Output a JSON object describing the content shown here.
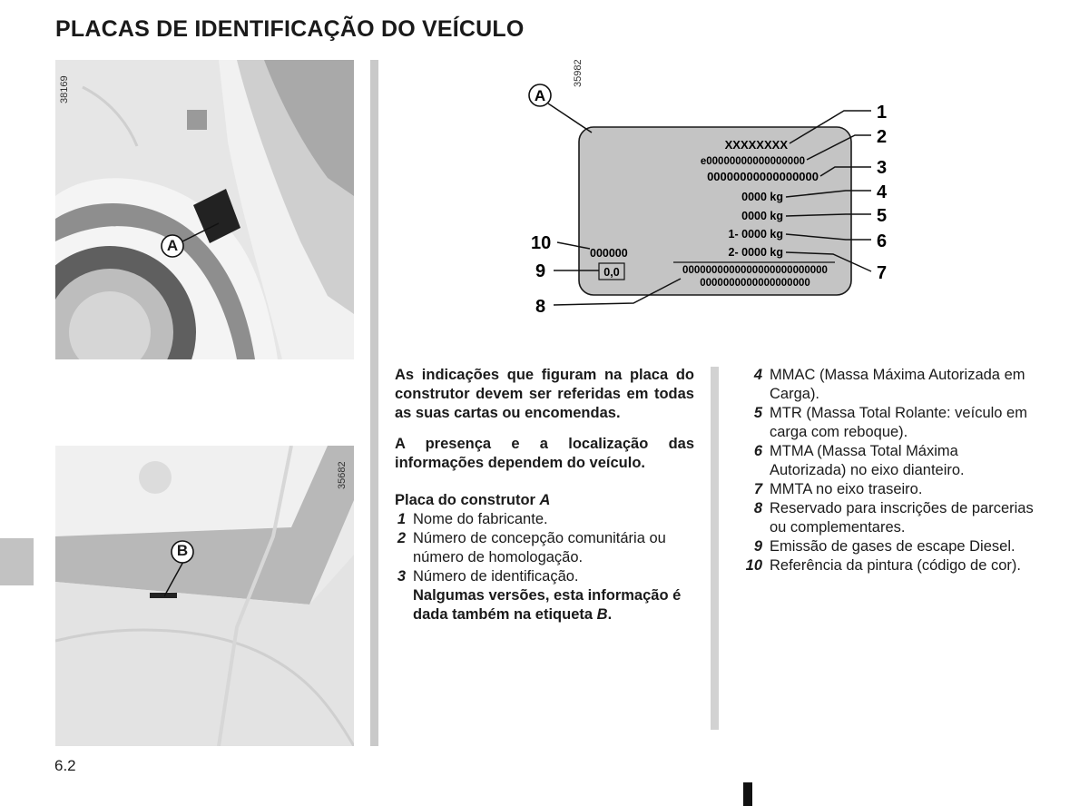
{
  "page": {
    "title": "PLACAS DE IDENTIFICAÇÃO DO VEÍCULO",
    "page_number": "6.2"
  },
  "photos": {
    "top": {
      "code": "38169",
      "callout": "A"
    },
    "bottom": {
      "code": "35682",
      "callout": "B"
    }
  },
  "plate_diagram": {
    "code": "35982",
    "callout": "A",
    "lines": {
      "maker": "XXXXXXXX",
      "homologation": "e00000000000000000",
      "vin": "00000000000000000",
      "mmac": "0000 kg",
      "mtr": "0000 kg",
      "front_axle": "1- 0000 kg",
      "rear_axle": "2- 0000 kg",
      "paint": "000000",
      "emission": "0,0",
      "reserved_1": "0000000000000000000000000",
      "reserved_2": "0000000000000000000"
    },
    "numbers": [
      "1",
      "2",
      "3",
      "4",
      "5",
      "6",
      "7",
      "8",
      "9",
      "10"
    ]
  },
  "intro": {
    "p1": "As indicações que figuram na placa do construtor devem ser referidas em todas as suas cartas ou encomendas.",
    "p2": "A presença e a localização das informações dependem do veículo."
  },
  "section": {
    "heading": "Placa do construtor ",
    "heading_ref": "A"
  },
  "left_items": [
    {
      "num": "1",
      "text": "Nome do fabricante."
    },
    {
      "num": "2",
      "text": "Número de concepção comunitária ou número de homologação."
    },
    {
      "num": "3",
      "text": "Número de identificação."
    }
  ],
  "note": {
    "text": "Nalgumas versões, esta informação é dada também na etiqueta ",
    "ref": "B",
    "end": "."
  },
  "right_items": [
    {
      "num": "4",
      "text": "MMAC (Massa Máxima Autorizada em Carga)."
    },
    {
      "num": "5",
      "text": "MTR (Massa Total Rolante: veículo em carga com reboque)."
    },
    {
      "num": "6",
      "text": "MTMA (Massa Total Máxima Autorizada) no eixo dianteiro."
    },
    {
      "num": "7",
      "text": "MMTA no eixo traseiro."
    },
    {
      "num": "8",
      "text": "Reservado para inscrições de parcerias ou complementares."
    },
    {
      "num": "9",
      "text": "Emissão de gases de escape Diesel."
    },
    {
      "num": "10",
      "text": "Referência da pintura (código de cor)."
    }
  ]
}
